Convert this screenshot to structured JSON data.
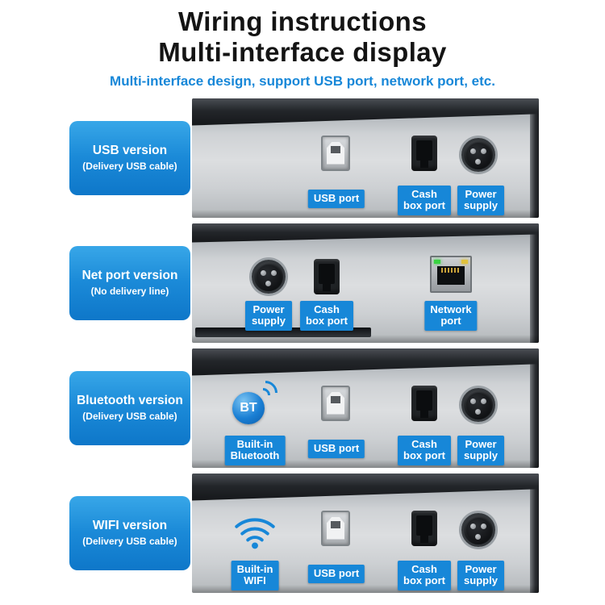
{
  "header": {
    "title_line1": "Wiring instructions",
    "title_line2": "Multi-interface display",
    "subtitle": "Multi-interface design, support USB port, network port, etc."
  },
  "colors": {
    "accent_blue": "#1787d8",
    "label_blue_top": "#38a7e8",
    "label_blue_bottom": "#0e77c9"
  },
  "rows": [
    {
      "version_title": "USB version",
      "version_subtitle": "(Delivery USB cable)",
      "badges": [
        {
          "line1": "USB port",
          "line2": ""
        },
        {
          "line1": "Cash",
          "line2": "box port"
        },
        {
          "line1": "Power",
          "line2": "supply"
        }
      ]
    },
    {
      "version_title": "Net port version",
      "version_subtitle": "(No delivery line)",
      "badges": [
        {
          "line1": "Power",
          "line2": "supply"
        },
        {
          "line1": "Cash",
          "line2": "box port"
        },
        {
          "line1": "Network",
          "line2": "port"
        }
      ]
    },
    {
      "version_title": "Bluetooth version",
      "version_subtitle": "(Delivery USB cable)",
      "bt_text": "BT",
      "badges": [
        {
          "line1": "Built-in",
          "line2": "Bluetooth"
        },
        {
          "line1": "USB port",
          "line2": ""
        },
        {
          "line1": "Cash",
          "line2": "box port"
        },
        {
          "line1": "Power",
          "line2": "supply"
        }
      ]
    },
    {
      "version_title": "WIFI version",
      "version_subtitle": "(Delivery USB cable)",
      "badges": [
        {
          "line1": "Built-in",
          "line2": "WIFI"
        },
        {
          "line1": "USB port",
          "line2": ""
        },
        {
          "line1": "Cash",
          "line2": "box port"
        },
        {
          "line1": "Power",
          "line2": "supply"
        }
      ]
    }
  ]
}
